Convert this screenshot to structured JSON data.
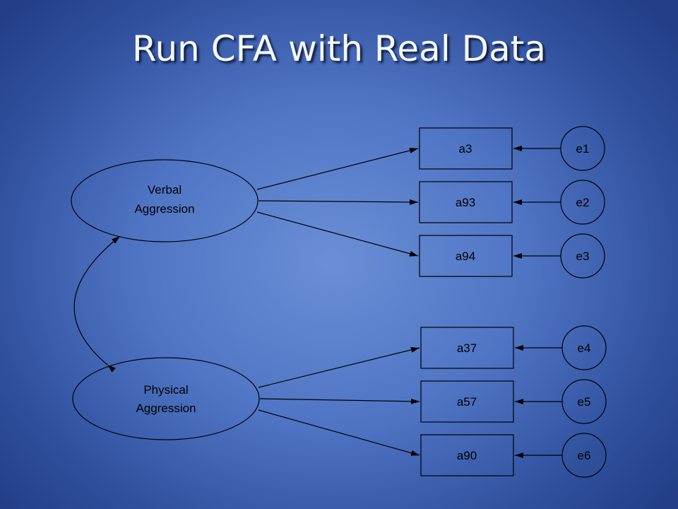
{
  "slide": {
    "title": "Run CFA with Real Data"
  },
  "factors": {
    "verbal": {
      "line1": "Verbal",
      "line2": "Aggression"
    },
    "physical": {
      "line1": "Physical",
      "line2": "Aggression"
    }
  },
  "indicators": [
    "a3",
    "a93",
    "a94",
    "a37",
    "a57",
    "a90"
  ],
  "errors": [
    "e1",
    "e2",
    "e3",
    "e4",
    "e5",
    "e6"
  ]
}
